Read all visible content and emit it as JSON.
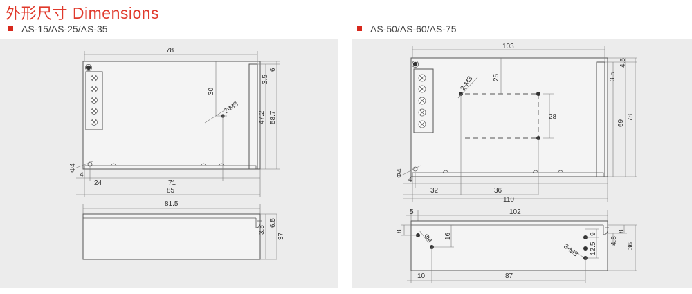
{
  "title_cn": "外形尺寸",
  "title_en": "Dimensions",
  "left": {
    "models": "AS-15/AS-25/AS-35",
    "dims": {
      "w78": "78",
      "d30": "30",
      "m3": "2-M3",
      "d472": "47.2",
      "d587": "58.7",
      "d35": "3.5",
      "d6": "6",
      "phi4": "Φ4",
      "d4": "4",
      "d24": "24",
      "d71": "71",
      "d85": "85",
      "d815": "81.5",
      "d65": "6.5",
      "d35b": "3.5",
      "d37": "37"
    }
  },
  "right": {
    "models": "AS-50/AS-60/AS-75",
    "dims": {
      "w103": "103",
      "d25": "25",
      "m3": "2-M3",
      "d28": "28",
      "d69": "69",
      "d78": "78",
      "d35": "3.5",
      "d45": "4.5",
      "phi4": "Φ4",
      "d4": "4",
      "d32": "32",
      "d36": "36",
      "d110": "110",
      "d5": "5",
      "d102": "102",
      "d8l": "8",
      "phi4b": "Φ4",
      "d16": "16",
      "d9": "9",
      "d125": "12.5",
      "m3b": "3-M3",
      "d8r": "8",
      "d48": "4.8",
      "d36b": "36",
      "d10": "10",
      "d87": "87"
    }
  }
}
